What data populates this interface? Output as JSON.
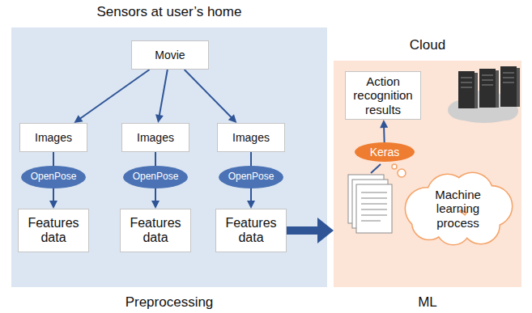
{
  "diagram": {
    "nodes": [
      {
        "text": [
          "Sensors at user’s home",
          "Preprocessing"
        ]
      },
      {
        "text": [
          "Movie"
        ],
        "in": 0
      },
      {
        "text": [
          "Images"
        ],
        "in": 0
      },
      {
        "text": [
          "Images"
        ],
        "in": 0
      },
      {
        "text": [
          "Images"
        ],
        "in": 0
      },
      {
        "text": [
          "OpenPose"
        ],
        "in": 0
      },
      {
        "text": [
          "OpenPose"
        ],
        "in": 0
      },
      {
        "text": [
          "OpenPose"
        ],
        "in": 0
      },
      {
        "text": [
          "Features data"
        ],
        "in": 0
      },
      {
        "text": [
          "Features data"
        ],
        "in": 0
      },
      {
        "text": [
          "Features data"
        ],
        "in": 0
      },
      {
        "text": [
          "Cloud",
          "ML"
        ]
      },
      {
        "text": [
          "Action recognition results"
        ],
        "in": 11
      },
      {
        "text": [
          "Keras"
        ],
        "in": 11
      },
      {
        "text": [
          "Machine learning process"
        ],
        "in": 11
      }
    ],
    "edges": [
      {
        "from": 1,
        "to": 2,
        "arrow": "to"
      },
      {
        "from": 1,
        "to": 3,
        "arrow": "to"
      },
      {
        "from": 1,
        "to": 4,
        "arrow": "to"
      },
      {
        "from": 2,
        "to": 5,
        "arrow": "none"
      },
      {
        "from": 3,
        "to": 6,
        "arrow": "none"
      },
      {
        "from": 4,
        "to": 7,
        "arrow": "none"
      },
      {
        "from": 5,
        "to": 8,
        "arrow": "to"
      },
      {
        "from": 6,
        "to": 9,
        "arrow": "to"
      },
      {
        "from": 7,
        "to": 10,
        "arrow": "to"
      },
      {
        "from": 10,
        "to": 11,
        "arrow": "to"
      },
      {
        "from": 13,
        "to": 12,
        "arrow": "to"
      }
    ]
  }
}
